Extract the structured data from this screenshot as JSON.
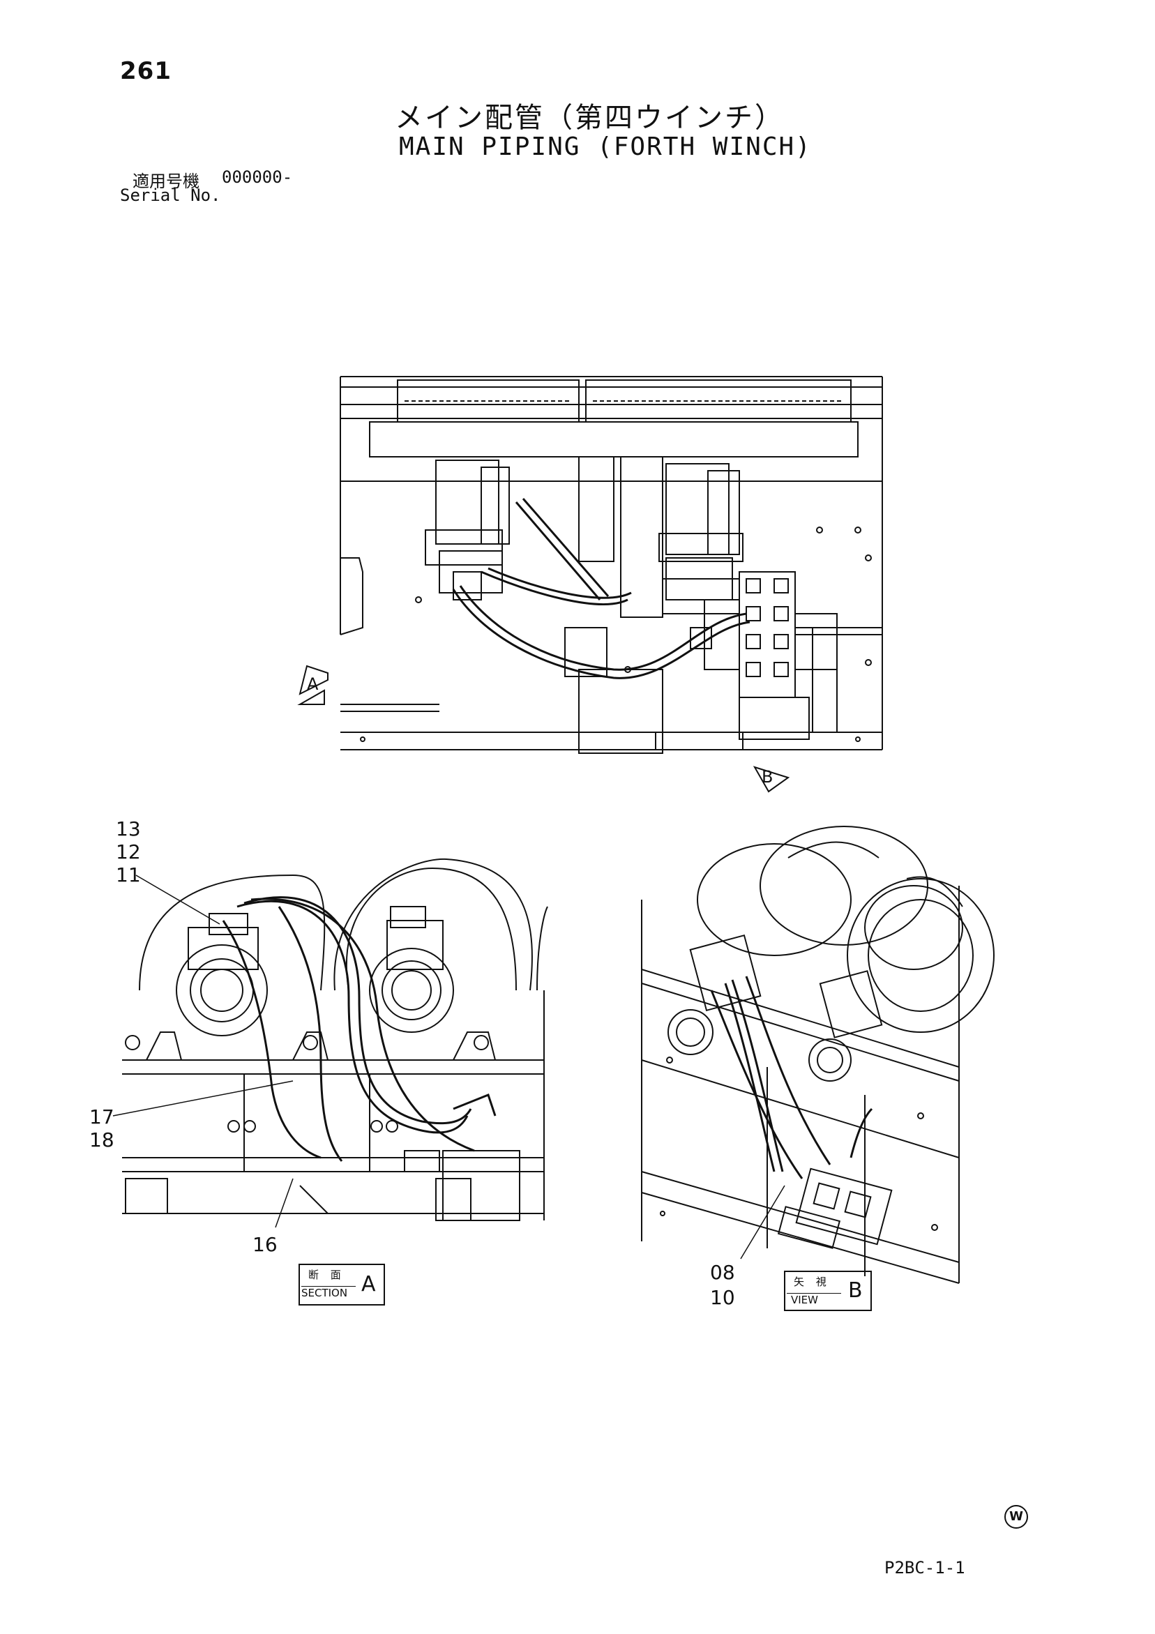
{
  "page_number": "261",
  "title": {
    "ja": "メイン配管（第四ウインチ）",
    "en": "MAIN PIPING (FORTH WINCH)"
  },
  "serial": {
    "label_ja": "適用号機",
    "value": "000000-",
    "label_en": "Serial No."
  },
  "top_view": {
    "arrow_a": "A",
    "arrow_b": "B"
  },
  "section_a": {
    "callouts": [
      "13",
      "12",
      "11",
      "17",
      "18",
      "16"
    ],
    "label_ja": "断 面",
    "label_en": "SECTION",
    "letter": "A"
  },
  "view_b": {
    "callouts": [
      "08",
      "10"
    ],
    "label_ja": "矢 視",
    "label_en": "VIEW",
    "letter": "B"
  },
  "mark": "W",
  "drawing_code": "P2BC-1-1"
}
